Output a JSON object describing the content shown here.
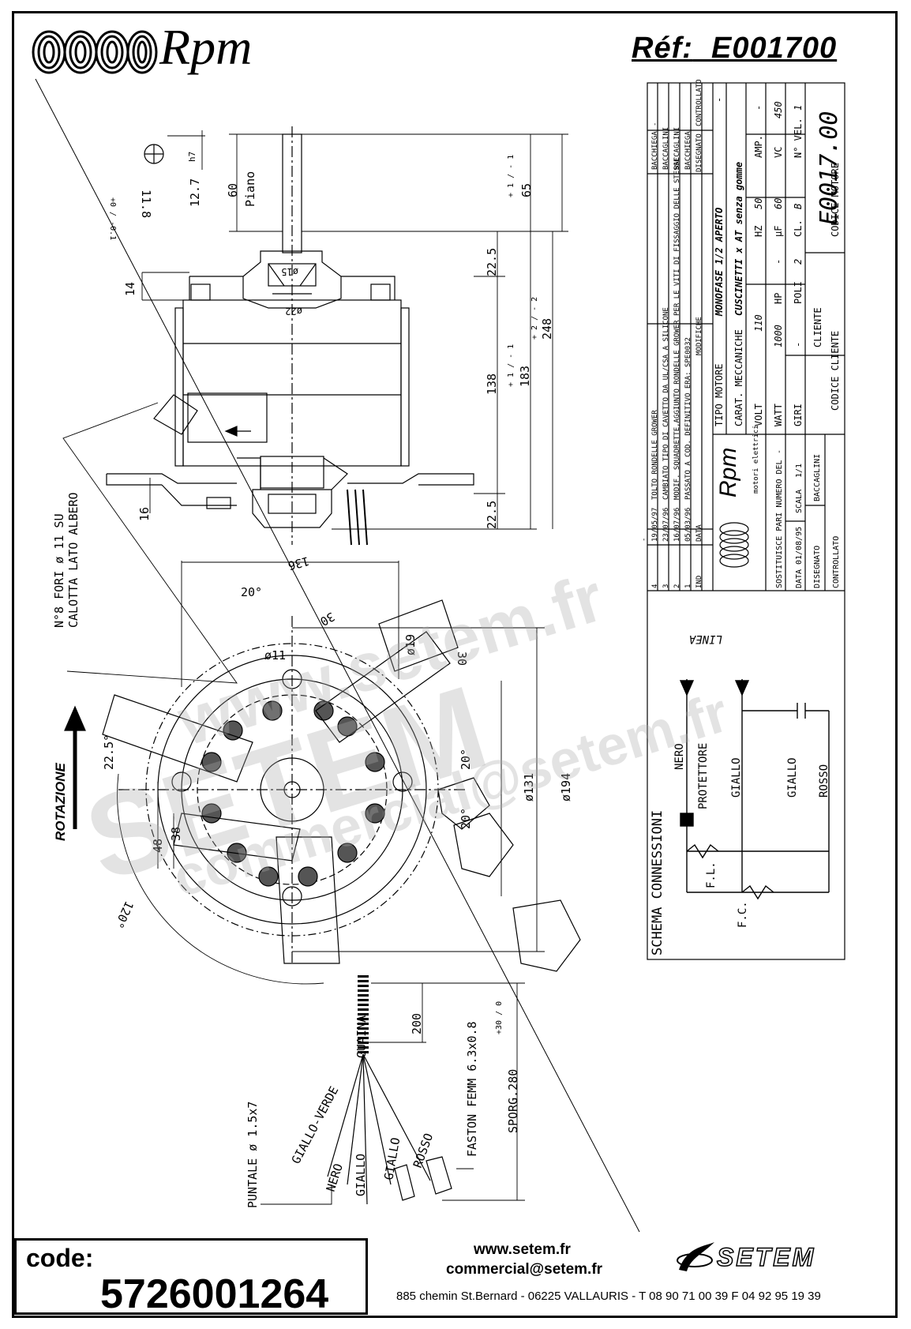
{
  "header": {
    "brand": "Rpm",
    "reference_label": "Réf:",
    "reference_value": "E001700"
  },
  "drawing": {
    "shaft_dims": {
      "d_60_label": "60",
      "piano_label": "Piano",
      "d_65_label": "65",
      "d_65_tol": "+ 1 / - 1",
      "d_12_7": "12.7",
      "d_h7": "h7",
      "d_11_8": "11.8",
      "d_11_8_tol": "+0 / -0.1",
      "d_phi15": "ø15",
      "d_phi22": "ø22",
      "d_14": "14",
      "d_22_5_top": "22.5",
      "d_22_5_bottom": "22.5",
      "d_138": "138",
      "d_183": "183",
      "d_183_tol": "+ 1 / - 1",
      "d_248": "248",
      "d_248_tol": "+ 2 / - 2",
      "d_16": "16"
    },
    "flange_dims": {
      "holes_note_1": "N°8 FORI ø 11 SU",
      "holes_note_2": "CALOTTA LATO ALBERO",
      "d_136": "136",
      "d_20deg_top": "20°",
      "d_30": "30",
      "d_phi11": "ø11",
      "d_phi19": "ø19",
      "d_30b": "30",
      "d_22_5deg": "22.5°",
      "d_20deg_r1": "20°",
      "d_20deg_r2": "20°",
      "d_phi131": "ø131",
      "d_phi194": "ø194",
      "d_48": "48",
      "d_38": "38",
      "d_120deg": "120°",
      "rotation": "ROTAZIONE"
    },
    "cable": {
      "guaina": "GUAINA",
      "d_200": "200",
      "faston": "FASTON FEMM 6.3x0.8",
      "sporg": "SPORG.280",
      "sporg_tol": "+30 / 0",
      "puntale": "PUNTALE ø 1.5x7",
      "wires": [
        "GIALLO-VERDE",
        "NERO",
        "GIALLO",
        "GIALLO",
        "ROSSO"
      ]
    }
  },
  "title_block": {
    "revisions": [
      {
        "ind": "4",
        "date": "19/05/97",
        "desc": "TOLTO RONDELLE GROWER",
        "by": "BACCHIEGA"
      },
      {
        "ind": "3",
        "date": "23/07/96",
        "desc": "CAMBIATO TIPO DI CAVETTO DA UL/CSA A SILICONE",
        "by": "BACCAGLINI"
      },
      {
        "ind": "2",
        "date": "16/07/96",
        "desc": "MODIF. SQUADRETTE,AGGIUNTO RONDELLE GROWER PER LE VITI DI FISSAGGIO DELLE STESSE",
        "by": "BACCAGLINI"
      },
      {
        "ind": "1",
        "date": "05/03/96",
        "desc": "PASSATO A COD. DEFINITIVO ERA: SPE0032",
        "by": "BACCHIEGA"
      }
    ],
    "rev_header": {
      "ind": "IND",
      "date": "DATA",
      "mod": "MODIFICHE",
      "drawn": "DISEGNATO",
      "checked": "CONTROLLATO"
    },
    "rev_dash": "-",
    "tipo_motore_label": "TIPO MOTORE",
    "tipo_motore_value": "MONOFASE 1/2 APERTO",
    "carat_label": "CARAT. MECCANICHE",
    "carat_value": "CUSCINETTI x AT senza gomme",
    "volt_label": "VOLT",
    "volt_value": "110",
    "hz_label": "HZ",
    "hz_value": "50",
    "amp_label": "AMP.",
    "amp_value": "-",
    "watt_label": "WATT",
    "watt_value": "1000",
    "hp_label": "HP",
    "hp_value": "-",
    "uf_label": "µF",
    "uf_value": "60",
    "vc_label": "VC",
    "vc_value": "450",
    "giri_label": "GIRI",
    "giri_value": "-",
    "poli_label": "POLI",
    "poli_value": "2",
    "cl_label": "CL.",
    "cl_value": "B",
    "nvel_label": "N° VEL.",
    "nvel_value": "1",
    "cliente_label": "CLIENTE",
    "codice_cliente_label": "CODICE CLIENTE",
    "codice_motore_label": "CODICE MOTORE",
    "codice_motore_value": "E0017.00",
    "company_name": "Rpm",
    "company_sub": "motori elettrici",
    "sostituisce": "SOSTITUISCE PARI NUMERO DEL",
    "sostituisce_val": "-",
    "data_label": "DATA",
    "data_value": "01/08/95",
    "scala_label": "SCALA",
    "scala_value": "1/1",
    "disegnato_label": "DISEGNATO",
    "disegnato_value": "BACCAGLINI",
    "controllato_label": "CONTROLLATO"
  },
  "schema": {
    "title": "SCHEMA CONNESSIONI",
    "linea": "LINEA",
    "nero": "NERO",
    "protettore": "PROTETTORE",
    "giallo_1": "GIALLO",
    "giallo_2": "GIALLO",
    "rosso": "ROSSO",
    "fl": "F.L.",
    "fc": "F.C."
  },
  "watermark": {
    "line_1": "www.setem.fr",
    "line_2": "SETEM",
    "line_3": "commercial@setem.fr"
  },
  "footer": {
    "code_label": "code:",
    "code_value": "5726001264",
    "website": "www.setem.fr",
    "email": "commercial@setem.fr",
    "address": "885 chemin St.Bernard  -  06225 VALLAURIS  -  T 08 90 71 00 39   F 04 92 95 19 39",
    "brand": "SETEM"
  }
}
